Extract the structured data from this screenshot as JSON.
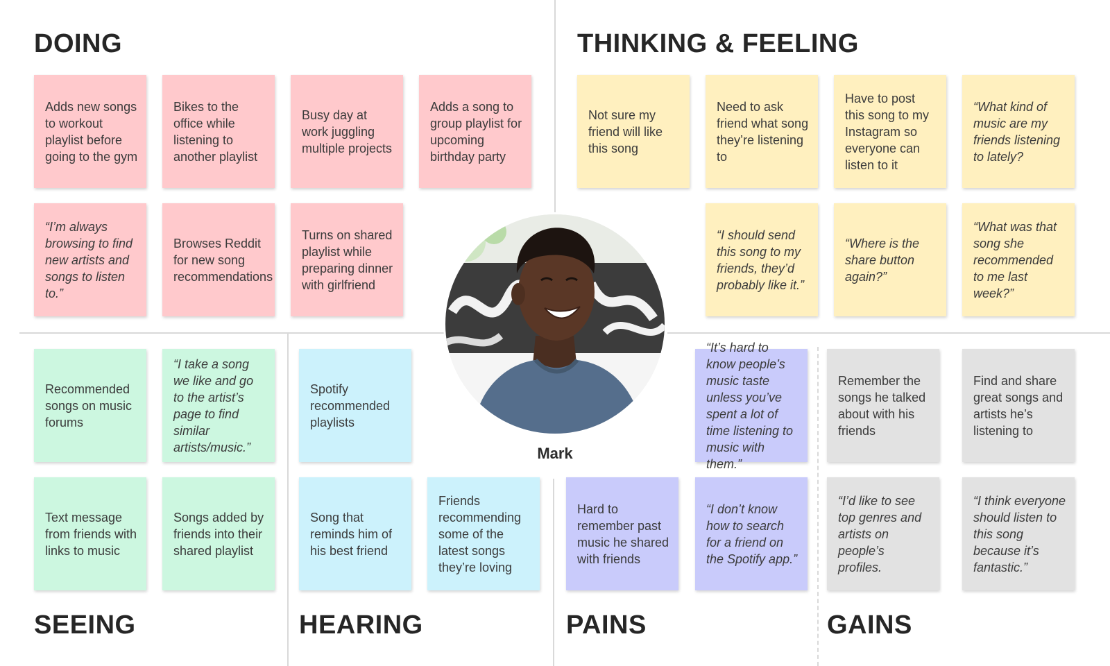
{
  "colors": {
    "doing": "#ffc9cc",
    "thinking_feeling": "#fff0bf",
    "seeing": "#ccf7e0",
    "hearing": "#ccf2fc",
    "pains": "#c9cbfb",
    "gains": "#e2e2e2",
    "divider": "#d9d9d9"
  },
  "persona": {
    "name": "Mark"
  },
  "sections": {
    "doing": {
      "heading": "DOING",
      "notes": [
        "Adds new songs to workout playlist before going to the gym",
        "Bikes to the office while listening to another playlist",
        "Busy day at work juggling multiple projects",
        "Adds a song to group playlist for upcoming birthday party",
        "“I’m always browsing to find new artists and songs to listen to.”",
        "Browses Reddit for new song recommendations",
        "Turns on shared playlist while preparing dinner with girlfriend"
      ]
    },
    "thinking_feeling": {
      "heading": "THINKING & FEELING",
      "notes": [
        "Not sure my friend will like this song",
        "Need to ask friend what song they’re listening to",
        "Have to post this song to my Instagram so everyone can listen to it",
        "“What kind of music are my friends listening to lately?",
        "“I should send this song to my friends, they’d probably like it.”",
        "“Where is the share button again?”",
        "“What was that song she recommended to me last week?”"
      ]
    },
    "seeing": {
      "heading": "SEEING",
      "notes": [
        "Recommended songs on music forums",
        "“I take a song we like and go to the artist’s page to find similar artists/music.”",
        "Text message from friends with links to music",
        "Songs added by friends into their shared playlist"
      ]
    },
    "hearing": {
      "heading": "HEARING",
      "notes": [
        "Spotify recommended playlists",
        "Song that reminds him of his best friend",
        "Friends recommending some of the latest songs they’re loving"
      ]
    },
    "pains": {
      "heading": "PAINS",
      "notes": [
        "“It’s hard to know people’s music taste unless you’ve spent a lot of time listening to music with them.”",
        "Hard to remember past music he shared with friends",
        "“I don’t know how to search for a friend on the Spotify app.”"
      ]
    },
    "gains": {
      "heading": "GAINS",
      "notes": [
        "Remember the songs he talked about with his friends",
        "Find and share great songs and artists he’s listening to",
        "“I’d like to see top genres and artists on people’s profiles.",
        "“I think everyone should listen to this song because it’s fantastic.”"
      ]
    }
  }
}
